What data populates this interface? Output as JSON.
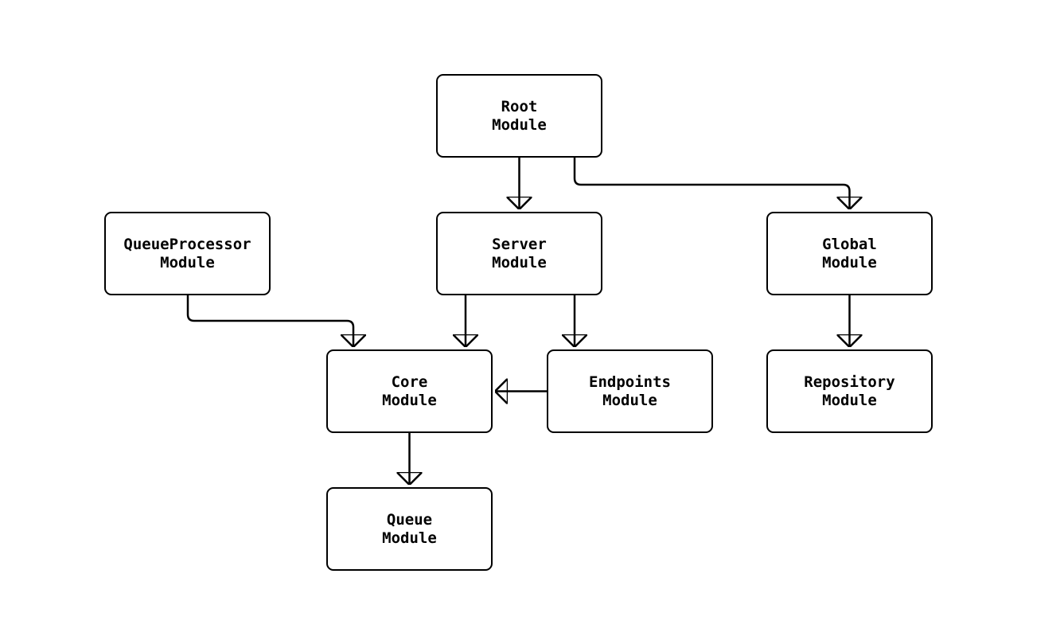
{
  "diagram": {
    "type": "flowchart",
    "colors": {
      "background": "#ffffff",
      "node_fill": "#ffffff",
      "node_border": "#000000",
      "edge_stroke": "#000000",
      "text": "#000000"
    },
    "nodes": {
      "root": {
        "label": "Root\nModule"
      },
      "queue_processor": {
        "label": "QueueProcessor\nModule"
      },
      "server": {
        "label": "Server\nModule"
      },
      "global": {
        "label": "Global\nModule"
      },
      "core": {
        "label": "Core\nModule"
      },
      "endpoints": {
        "label": "Endpoints\nModule"
      },
      "repository": {
        "label": "Repository\nModule"
      },
      "queue": {
        "label": "Queue\nModule"
      }
    },
    "edges": [
      {
        "from": "root",
        "to": "server"
      },
      {
        "from": "root",
        "to": "global"
      },
      {
        "from": "queue_processor",
        "to": "core"
      },
      {
        "from": "server",
        "to": "core"
      },
      {
        "from": "server",
        "to": "endpoints"
      },
      {
        "from": "endpoints",
        "to": "core"
      },
      {
        "from": "global",
        "to": "repository"
      },
      {
        "from": "core",
        "to": "queue"
      }
    ]
  }
}
